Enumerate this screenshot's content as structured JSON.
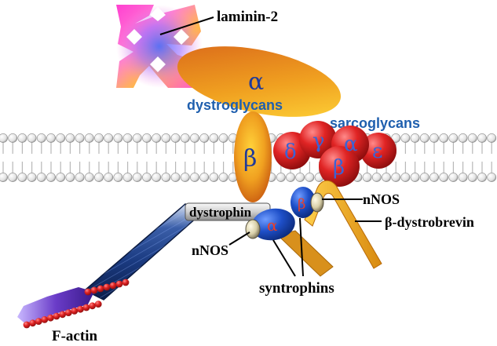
{
  "labels": {
    "laminin": "laminin-2",
    "dystroglycans": "dystroglycans",
    "sarcoglycans": "sarcoglycans",
    "dystrophin": "dystrophin",
    "nnos_right": "nNOS",
    "nnos_left": "nNOS",
    "dystrobrevin": "β-dystrobrevin",
    "syntrophins": "syntrophins",
    "factin": "F-actin"
  },
  "greek": {
    "dg_alpha": "α",
    "dg_beta": "β",
    "sg_delta": "δ",
    "sg_gamma": "γ",
    "sg_alpha": "α",
    "sg_beta": "β",
    "sg_epsilon": "ε",
    "syn_alpha": "α",
    "syn_beta": "β"
  },
  "colors": {
    "membrane_head": "#f4f4f4",
    "membrane_tail": "#bdbdbd",
    "dystroglycan_orange": "#e8901a",
    "sarcoglycan_red": "#d81e1e",
    "syntrophin_blue": "#1e4fc8",
    "label_blue": "#1f5fae",
    "dystrophin_blue": "#2a4a8c",
    "actin_red": "#cc1a1a",
    "actin_purple": "#6a3cc8"
  }
}
